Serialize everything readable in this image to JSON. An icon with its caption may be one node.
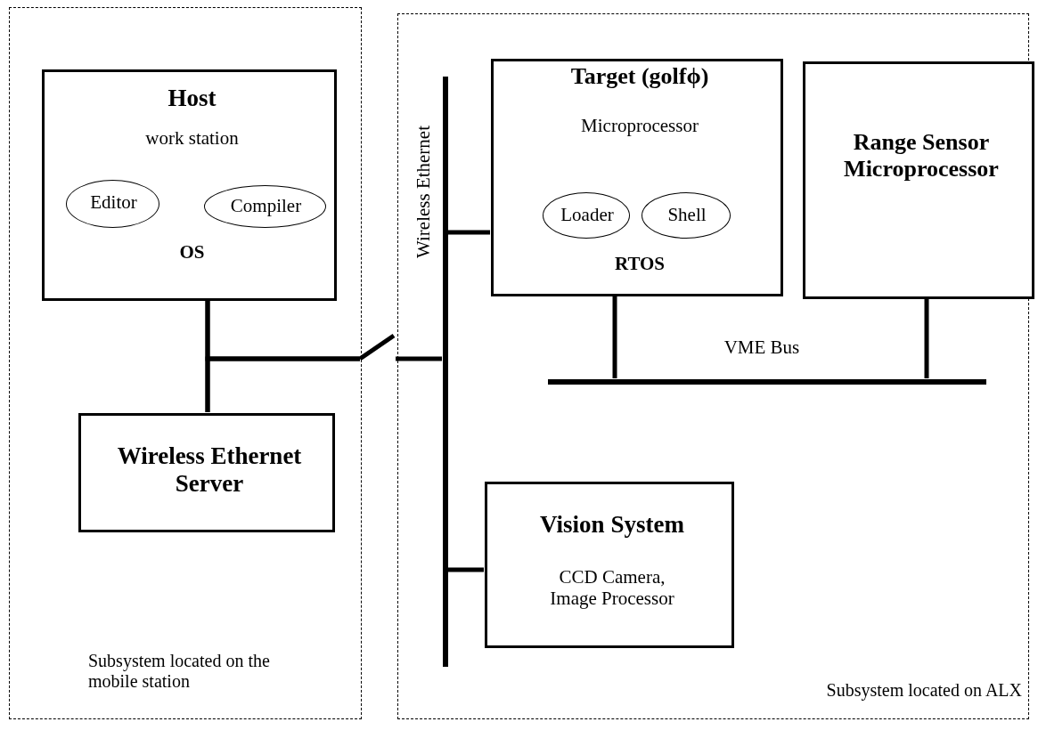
{
  "diagram": {
    "nodes": [
      {
        "text": [
          "Subsystem located on the mobile station"
        ]
      },
      {
        "text": [
          "Host",
          "work station",
          "OS"
        ],
        "in": 0
      },
      {
        "text": [
          "Editor"
        ],
        "in": 1
      },
      {
        "text": [
          "Compiler"
        ],
        "in": 1
      },
      {
        "text": [
          "Wireless Ethernet Server"
        ],
        "in": 0
      },
      {
        "text": [
          "Subsystem located on ALX"
        ]
      },
      {
        "text": [],
        "shape": "bar",
        "beside": [
          "Wireless Ethernet"
        ],
        "in": 5
      },
      {
        "text": [
          "Target (golfϕ)",
          "Microprocessor",
          "RTOS"
        ],
        "in": 5
      },
      {
        "text": [
          "Loader"
        ],
        "in": 7
      },
      {
        "text": [
          "Shell"
        ],
        "in": 7
      },
      {
        "text": [
          "Range Sensor Microprocessor"
        ],
        "in": 5
      },
      {
        "text": [],
        "shape": "bar",
        "beside": [
          "VME Bus"
        ],
        "in": 5
      },
      {
        "text": [
          "Vision System",
          "CCD Camera, Image Processor"
        ],
        "in": 5
      },
      {
        "text": [],
        "shape": "switch"
      }
    ],
    "edges": [
      {
        "from": 1,
        "to": 4,
        "arrow": "none"
      },
      {
        "from": 1,
        "to": 13,
        "arrow": "none"
      },
      {
        "from": 4,
        "to": 13,
        "arrow": "none"
      },
      {
        "from": 13,
        "to": 6,
        "arrow": "none"
      },
      {
        "from": 7,
        "to": 6,
        "arrow": "none"
      },
      {
        "from": 12,
        "to": 6,
        "arrow": "none"
      },
      {
        "from": 7,
        "to": 11,
        "arrow": "none"
      },
      {
        "from": 10,
        "to": 11,
        "arrow": "none"
      }
    ]
  }
}
